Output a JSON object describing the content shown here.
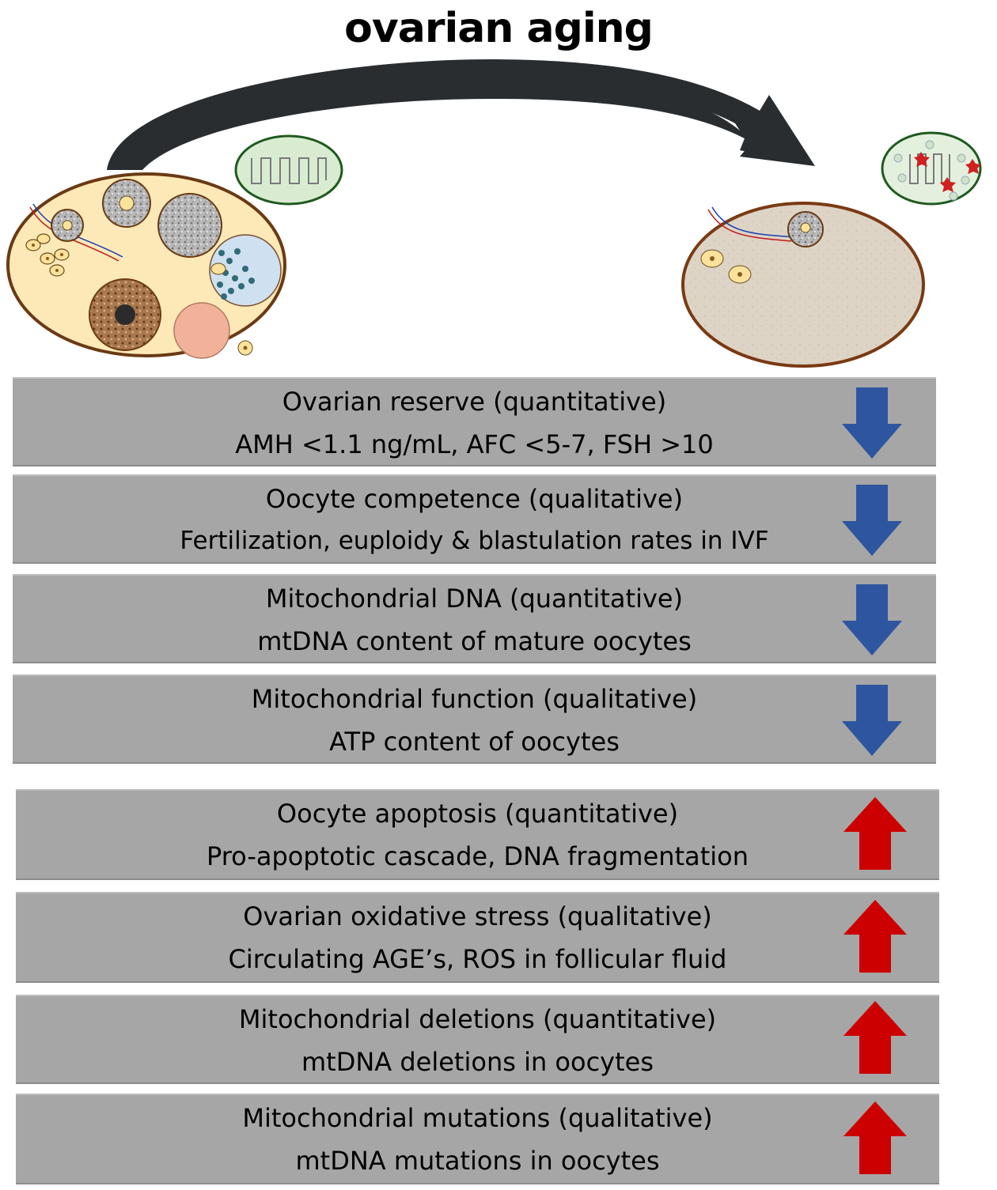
{
  "title": "ovarian aging",
  "rows": [
    {
      "heading": "Ovarian reserve (quantitative)",
      "detail": "AMH <1.1 ng/mL, AFC <5-7, FSH >10",
      "direction": "down"
    },
    {
      "heading": "Oocyte competence (qualitative)",
      "detail": "Fertilization, euploidy & blastulation rates in IVF",
      "direction": "down"
    },
    {
      "heading": "Mitochondrial DNA (quantitative)",
      "detail": "mtDNA content of mature oocytes",
      "direction": "down"
    },
    {
      "heading": "Mitochondrial function (qualitative)",
      "detail": "ATP content of oocytes",
      "direction": "down"
    },
    {
      "heading": "Oocyte apoptosis (quantitative)",
      "detail": "Pro-apoptotic cascade, DNA fragmentation",
      "direction": "up"
    },
    {
      "heading": "Ovarian oxidative stress (qualitative)",
      "detail": "Circulating AGE’s, ROS in follicular fluid",
      "direction": "up"
    },
    {
      "heading": "Mitochondrial deletions (quantitative)",
      "detail": "mtDNA deletions in oocytes",
      "direction": "up"
    },
    {
      "heading": "Mitochondrial mutations (qualitative)",
      "detail": "mtDNA mutations in oocytes",
      "direction": "up"
    }
  ],
  "colors": {
    "down_arrow": "#2e56a0",
    "up_arrow": "#cc0000",
    "row_bg": "#a6a6a6"
  }
}
